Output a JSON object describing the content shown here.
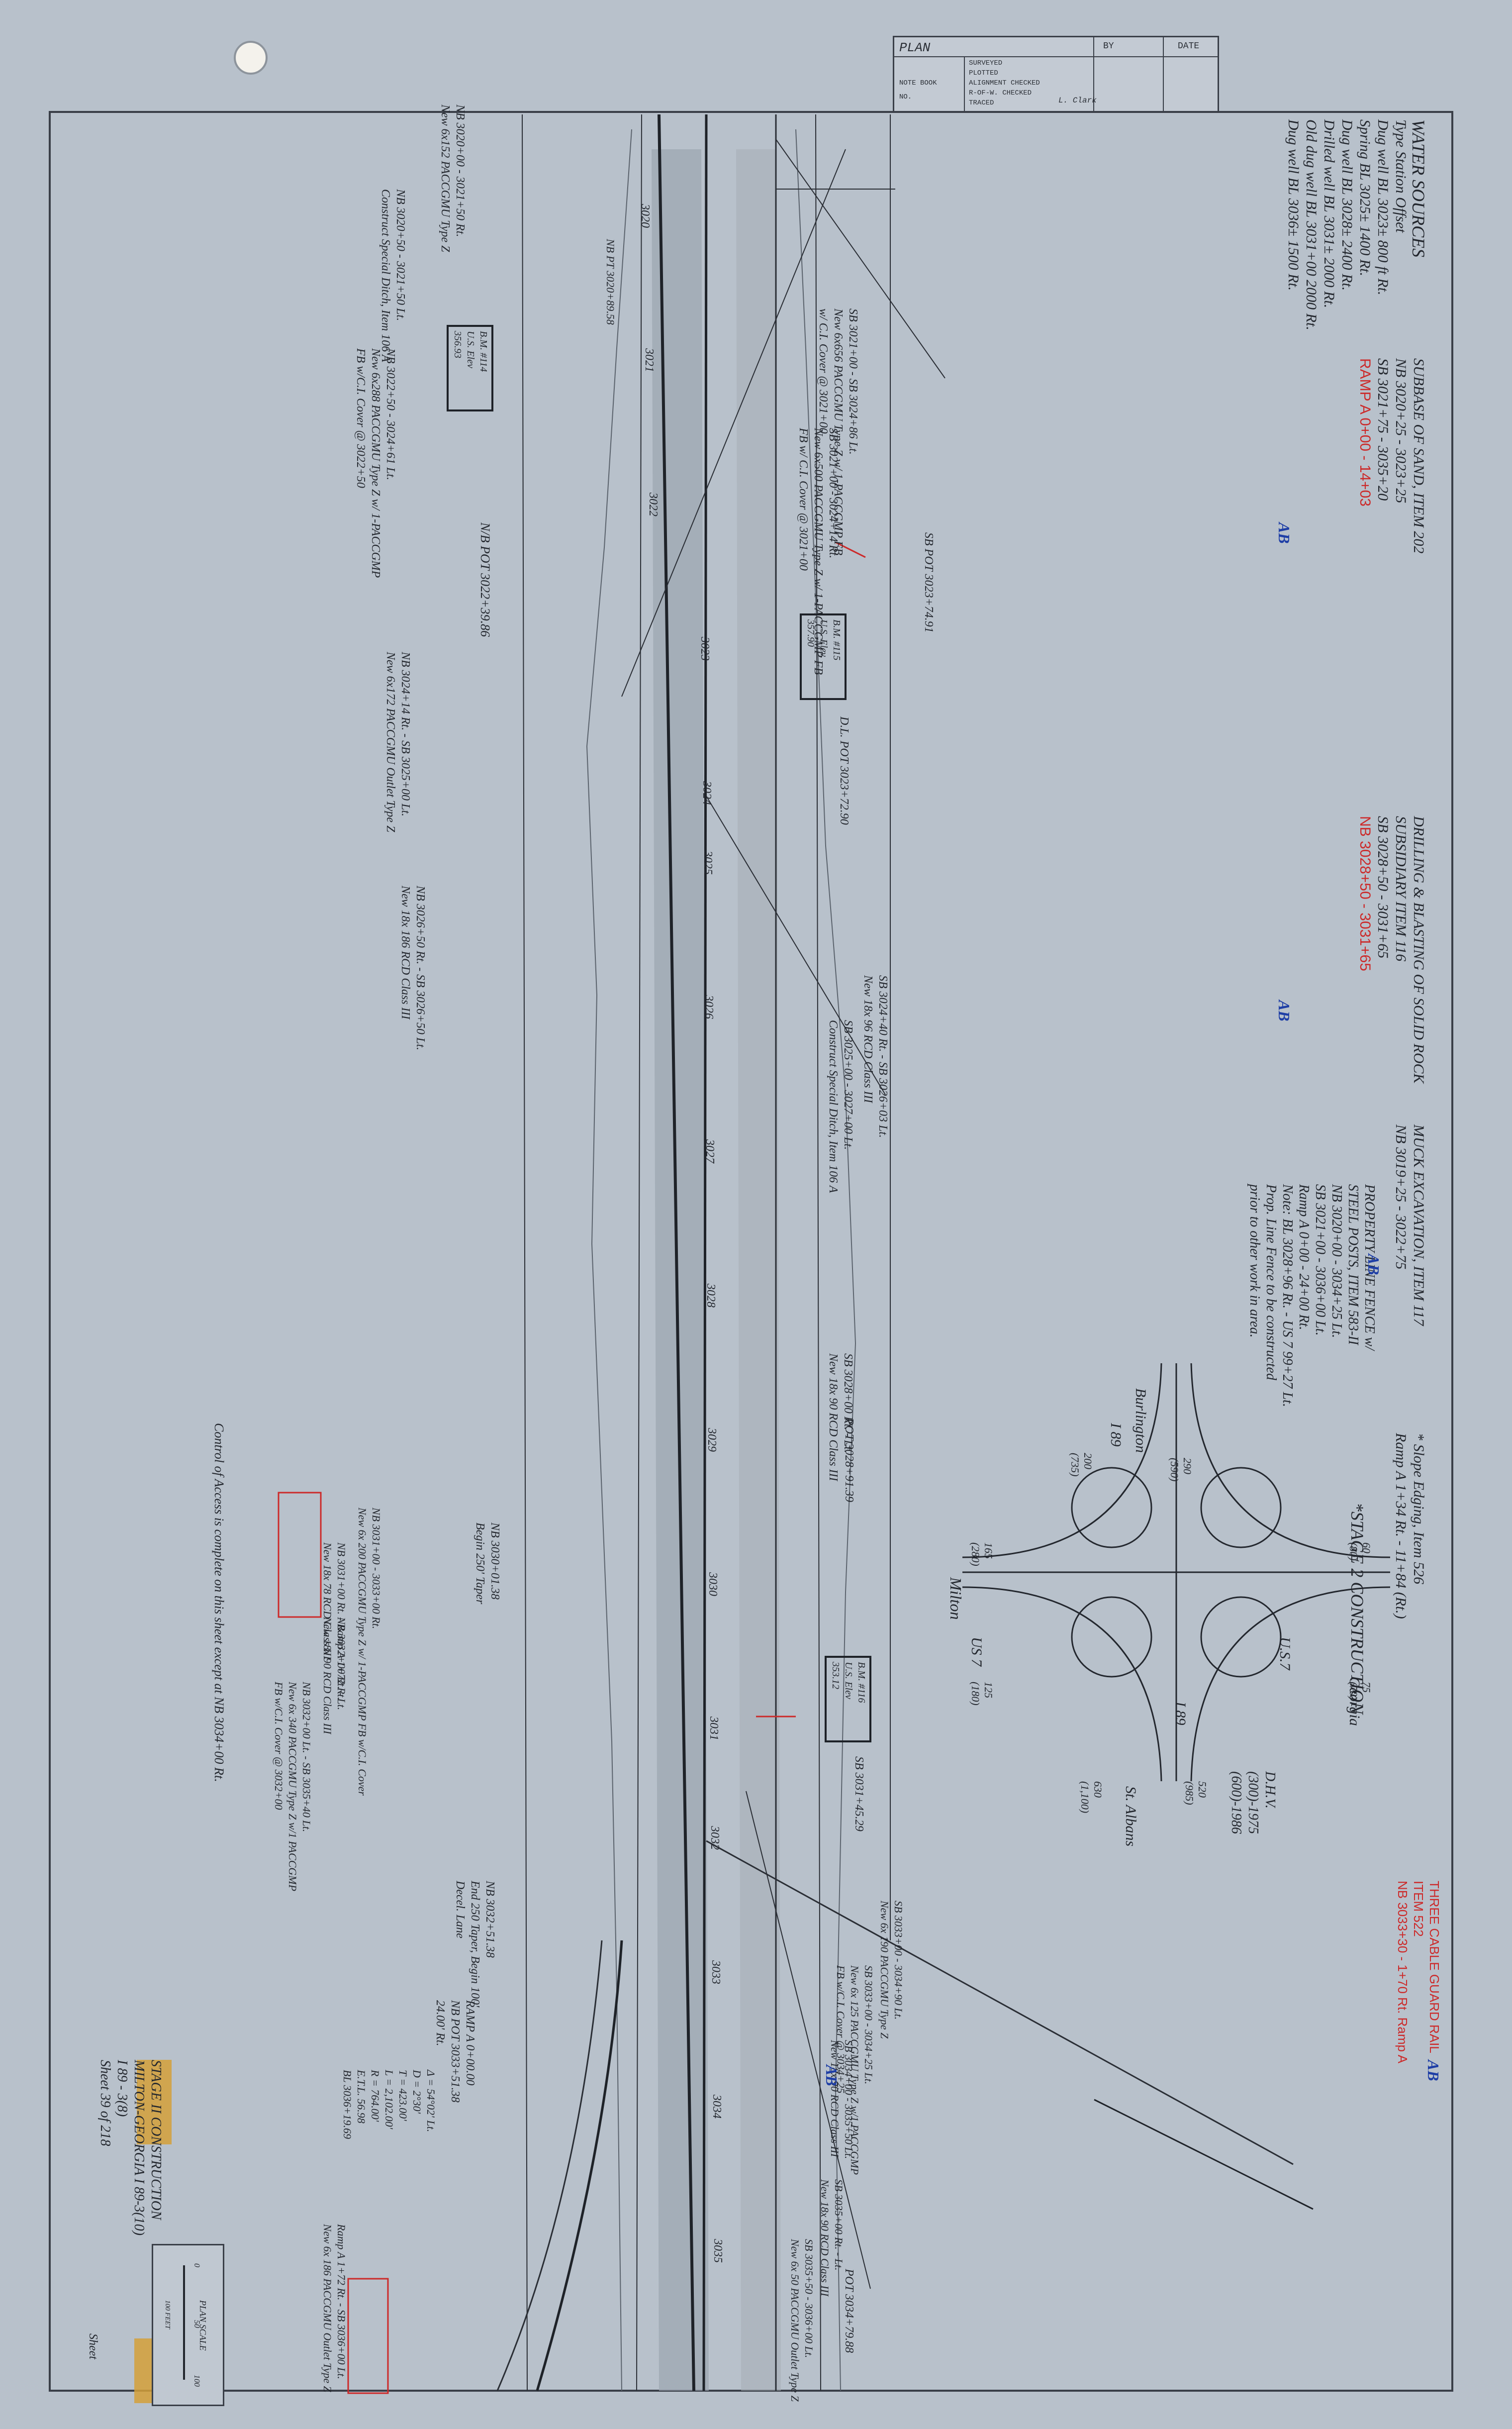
{
  "title_block": {
    "plan": "PLAN",
    "by": "BY",
    "date": "DATE",
    "rows": [
      "SURVEYED",
      "PLOTTED",
      "ALIGNMENT CHECKED",
      "R-OF-W. CHECKED",
      "TRACED"
    ],
    "left_labels": [
      "NOTE BOOK",
      "NO."
    ],
    "tracer": "L. Clark"
  },
  "water_sources": {
    "heading": "WATER SOURCES",
    "header_row": "Type   Station   Offset",
    "rows": [
      "Dug well   BL 3023±   800 ft Rt.",
      "Spring   BL 3025±   1400 Rt.",
      "Dug well   BL 3028±   2400 Rt.",
      "Drilled well   BL 3031±   2000 Rt.",
      "Old dug well   BL 3031+00   2000 Rt.",
      "Dug well   BL 3036±   1500 Rt."
    ]
  },
  "subbase": {
    "lines": [
      "SUBBASE OF SAND, ITEM 202",
      "NB 3020+25 - 3023+25",
      "SB 3021+75 - 3035+20"
    ],
    "red": [
      "RAMP A 0+00 - 14+03"
    ]
  },
  "drilling": {
    "lines": [
      "DRILLING & BLASTING OF SOLID ROCK",
      "SUBSIDIARY ITEM 116",
      "SB 3028+50 - 3031+65"
    ],
    "red": [
      "NB 3028+50 - 3031+65"
    ]
  },
  "muck": {
    "lines": [
      "MUCK EXCAVATION, ITEM 117",
      "NB 3019+25 - 3022+75"
    ]
  },
  "fence": {
    "lines": [
      "PROPERTY LINE FENCE w/",
      "STEEL POSTS, ITEM 583-II",
      "NB 3020+00 - 3034+25 Lt.",
      "SB 3021+00 - 3036+00 Lt.",
      "Ramp A 0+00 - 24+00 Rt.",
      "Note: BL 3028+96 Rt. - US 7 99+27 Lt.",
      "Prop. Line Fence to be constructed",
      "prior to other work in area."
    ]
  },
  "slope": {
    "lines": [
      "* Slope Edging, Item 526",
      "Ramp A 1+34 Rt. - 11+84 (Rt.)"
    ]
  },
  "stage": {
    "text": "*STAGE 2 CONSTRUCTION"
  },
  "guard_rail": {
    "lines": [
      "THREE CABLE GUARD RAIL",
      "ITEM 522",
      "NB 3033+30 - 1+70 Rt. Ramp A"
    ]
  },
  "interchange": {
    "labels": {
      "burlington": "Burlington",
      "i89_top": "I 89",
      "i89_bottom": "I 89",
      "milton": "Milton",
      "us7_left": "US 7",
      "us7_right": "U.S.7",
      "georgia": "Georgia",
      "st_albans": "St. Albans",
      "dhv": "D.H.V.",
      "dhv_1": "(300)-1975",
      "dhv_2": "(600)-1986"
    },
    "volumes": [
      "290",
      "(590)",
      "200",
      "(735)",
      "165",
      "(280)",
      "60",
      "(80)",
      "125",
      "(180)",
      "75",
      "(70)",
      "630",
      "(1,100)",
      "520",
      "(985)"
    ]
  },
  "notes_left": [
    "NB 3020+00 - 3021+50 Rt.",
    "New 6x152 PACCGMU Type Z",
    "NB 3020+50 - 3021+50 Lt.",
    "Construct Special Ditch, Item 106 A",
    "NB PT 3020+89.58",
    "SB 3021+00 - SB 3024+86 Lt.",
    "New 6x656 PACCGMU Type Z w/ 1-PACCGMP FB",
    "w/ C.I. Cover @ 3021+00",
    "NB 3022+50 - 3024+61 Lt.",
    "New 6x288 PACCGMU Type Z w/ 1-PACCGMP",
    "FB w/C.I. Cover @ 3022+50",
    "SB 3021+00 - 3024+14 Rt.",
    "New 6x500 PACCGMU Type Z w/ 1-PACCGMP FB",
    "FB w/ C.I. Cover @ 3021+00",
    "N/B POT 3022+39.86",
    "NB 3024+14 Rt. - SB 3025+00 Lt.",
    "New 6x172 PACCGMU Outlet Type Z",
    "SB POT 3023+74.91",
    "D.L. POT 3023+72.90",
    "SB 3024+40 Rt. - SB 3026+03 Lt.",
    "New 18x 96 RCD Class III",
    "SB 3025+00 - 3027+00 Lt.",
    "Construct Special Ditch, Item 106 A",
    "NB 3026+50 Rt. - SB 3026+50 Lt.",
    "New 18x 186 RCD Class III",
    "SB 3028+00 Rt. - Lt.",
    "New 18x 90 RCD Class III",
    "POT 3028+91.39",
    "NB 3030+01.38",
    "Begin 250' Taper",
    "NB 3031+00 - 3033+00 Rt.",
    "New 6x 200 PACCGMU Type Z w/ 1-PACCGMP FB w/C.I. Cover",
    "NB 3031+00 Rt. - Ramp A 1+72 Rt.",
    "New 18x 78 RCD Class III",
    "NB 3032+00 Rt. - Lt.",
    "New 18x 90 RCD Class III",
    "NB 3032+00 Lt. - SB 3035+40 Lt.",
    "New 6x 340 PACCGMU Type Z w/1 PACCGMP",
    "FB w/C.I. Cover @ 3032+00",
    "SB 3031+45.29",
    "NB 3032+51.38",
    "End 250 Taper, Begin 100'",
    "Decel. Lane",
    "SB 3033+00 - 3034+90 Lt.",
    "New 6x 190 PACCGMU Type Z",
    "SB 3033+00 - 3034+25 Lt.",
    "New 6x 125 PACCGMU Type Z w/1 PACCGMP",
    "FB w/C.I. Cover @ 3034+25",
    "SB 3034+00 - 3035+50 Lt.",
    "New 18x 90 RCD Class III",
    "SB 3035+00 Rt. - Lt.",
    "New 18x 90 RCD Class III",
    "SB 3035+50 - 3036+00 Lt.",
    "New 6x 50 PACCGMU Outlet Type Z",
    "RAMP A 0+00.00",
    "NB POT 3033+51.38",
    "24.00' Rt.",
    "Ramp A 1+72 Rt. - SB 3036+00 Lt.",
    "New 6x 186 PACCGMU Outlet Type Z",
    "POT 3034+79.88"
  ],
  "bm_boxes": [
    "B.M. #114",
    "U.S. Elev",
    "356.93",
    "B.M. #115",
    "U.S. Elev.",
    "357.90",
    "B.M. #116",
    "U.S. Elev",
    "353.12"
  ],
  "stations": [
    "3020",
    "3021",
    "3022",
    "3023",
    "3024",
    "3025",
    "3026",
    "3027",
    "3028",
    "3029",
    "3030",
    "3031",
    "3032",
    "3033",
    "3034",
    "3035"
  ],
  "bottom_left": {
    "access_note": "Control of Access is complete on this sheet except at NB 3034+00 Rt.",
    "stage": "STAGE II CONSTRUCTION",
    "project": "MILTON-GEORGIA I 89-3(10)",
    "project2": "I 89 - 3(8)",
    "sheet": "Sheet 39 of 218",
    "sheet_label": "Sheet",
    "plan_scale": "PLAN SCALE",
    "scale_ticks": [
      "0",
      "50",
      "100"
    ],
    "scale_unit": "100 FEET"
  },
  "curve_data": [
    "Δ = 54°02' Lt.",
    "D = 2°30'",
    "T = 423.00'",
    "L = 2,102.00'",
    "R = 764.00'",
    "E.T.L. 56.98",
    "BL 3036+19.69"
  ],
  "markers": {
    "ab": "AB"
  },
  "colors": {
    "paper": "#b8c1cb",
    "ink": "#23272e",
    "red": "#cc2a2a",
    "blue": "#1f3fa6",
    "road_shade": "#9ea7b1",
    "tape": "#d4a03a"
  }
}
